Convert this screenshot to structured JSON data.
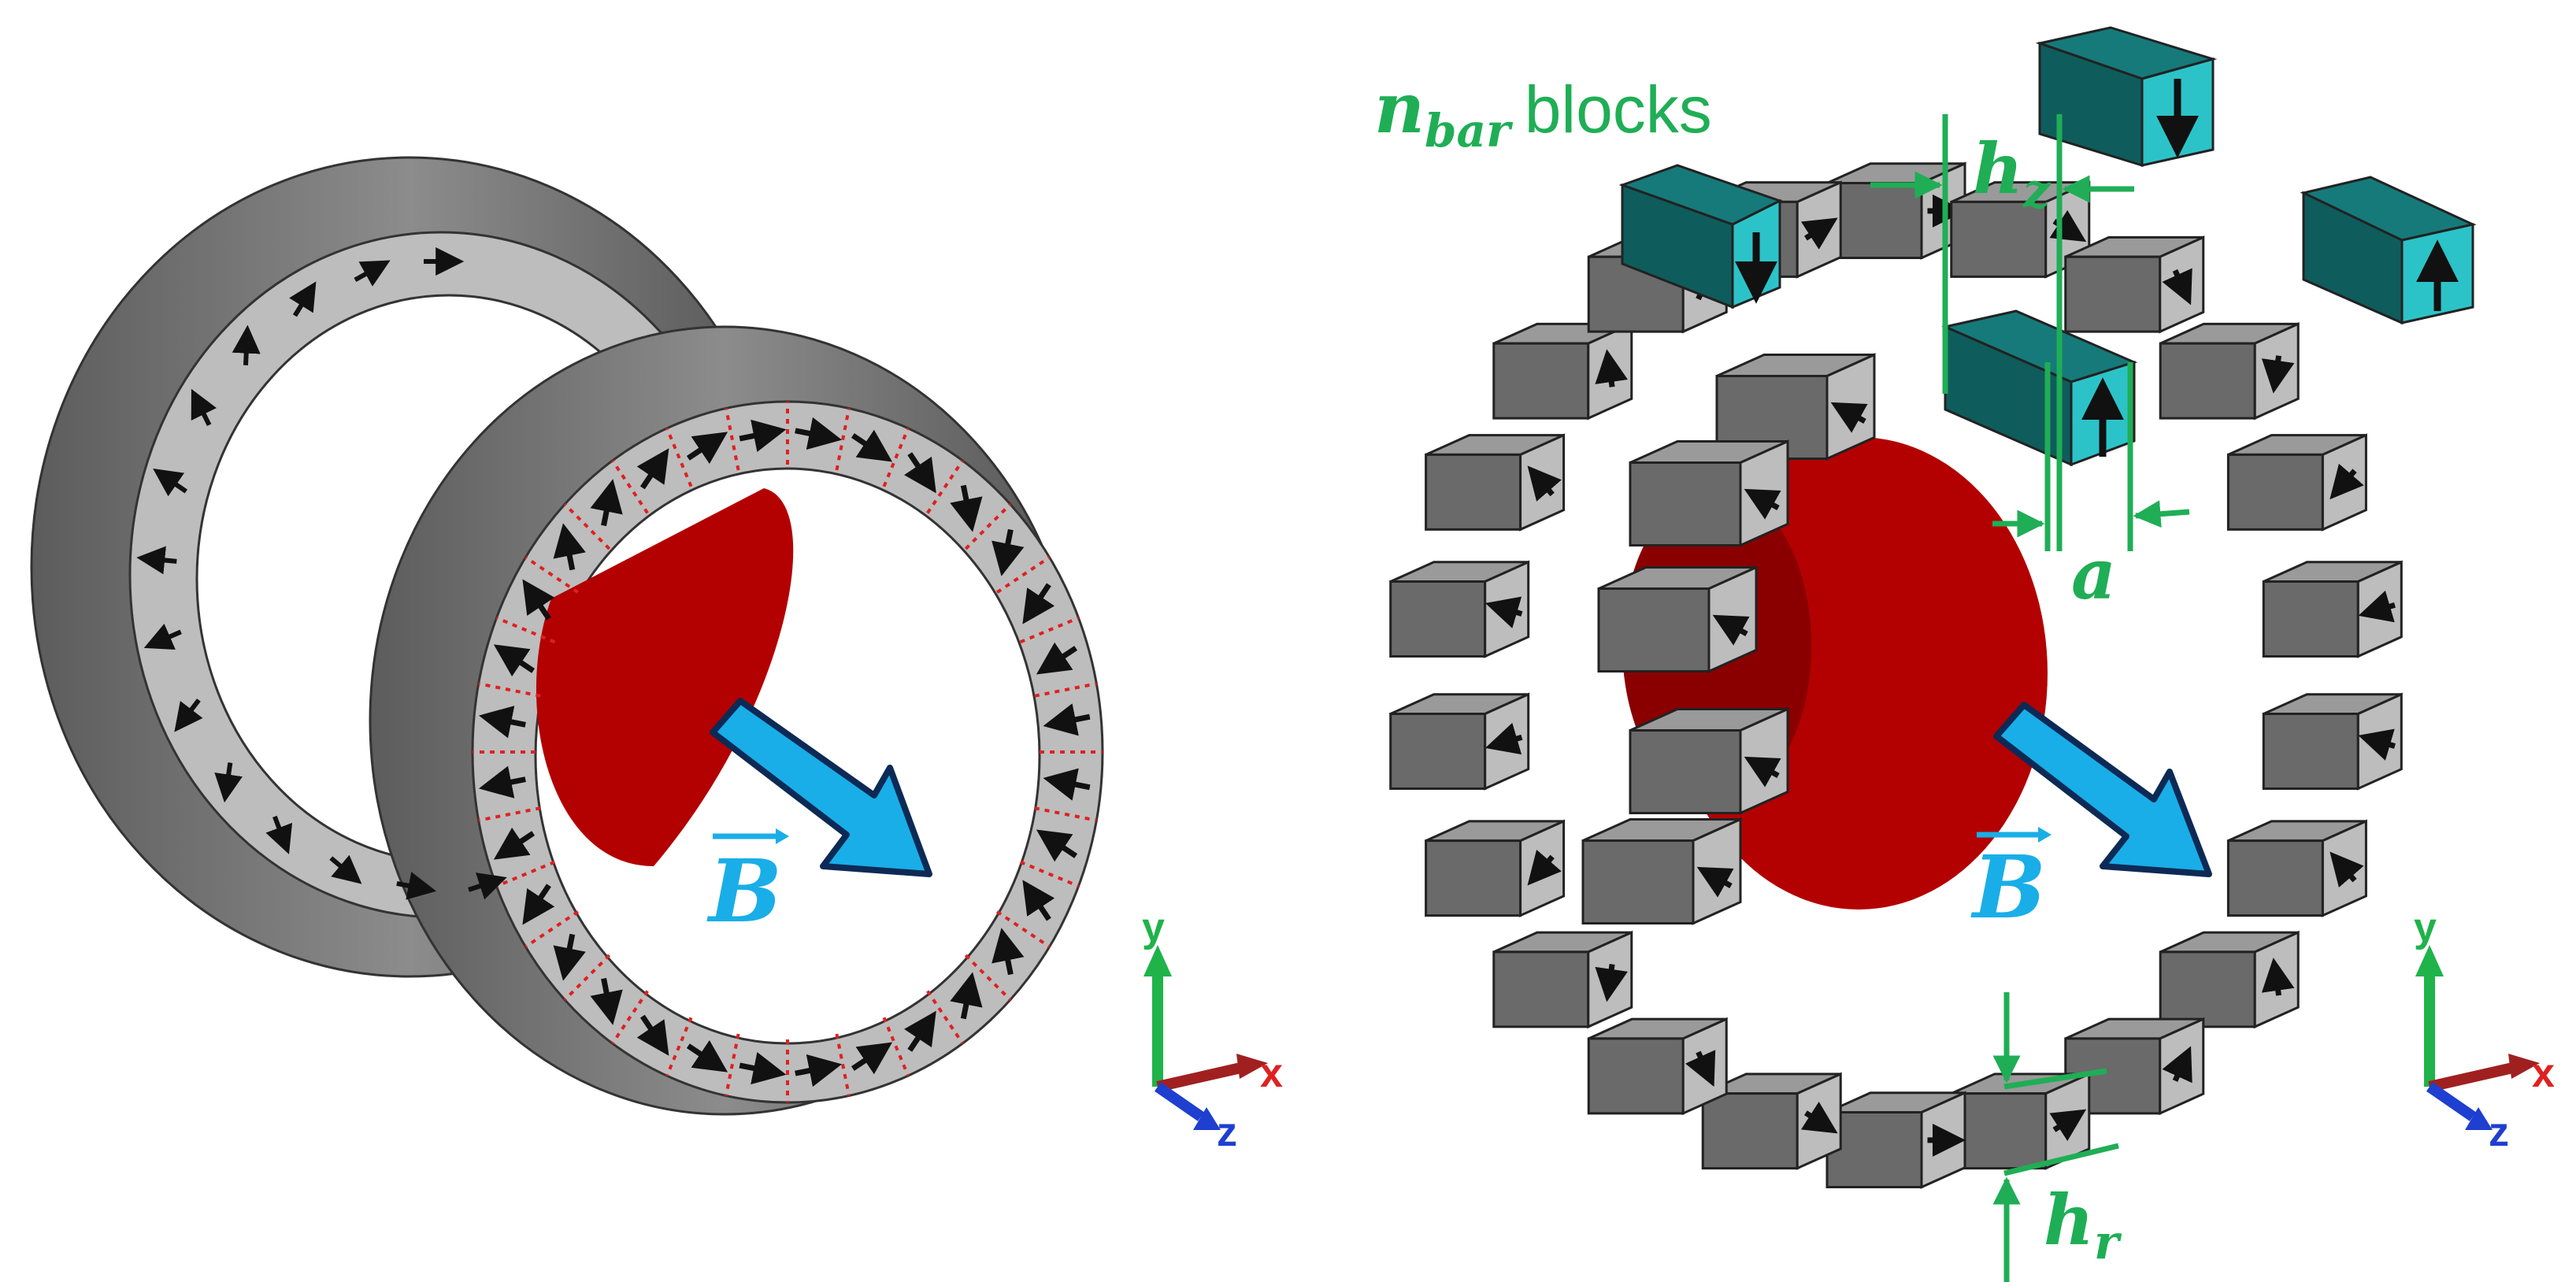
{
  "colors": {
    "magnet_light": "#bdbdbd",
    "magnet_mid": "#9a9a9a",
    "magnet_dark": "#6a6a6a",
    "highlight_top": "#167a7a",
    "highlight_face": "#2cc3c8",
    "sphere": "#b30000",
    "field_arrow": "#19aee8",
    "field_arrow_outline": "#0c2a55",
    "dimension": "#1fae55",
    "segment_divider": "#e02020",
    "axis_x": "#e02020",
    "axis_y": "#1fb34a",
    "axis_z": "#1e3fd0"
  },
  "labels": {
    "field_vector": "B",
    "nbar_symbol": "n",
    "nbar_subscript": "bar",
    "nbar_suffix": "blocks",
    "hz_symbol": "h",
    "hz_subscript": "z",
    "hr_symbol": "h",
    "hr_subscript": "r",
    "gap_symbol": "a"
  },
  "axes": {
    "x": "x",
    "y": "y",
    "z": "z"
  },
  "icons": [
    "magnetization-arrow-icon",
    "field-arrow-icon",
    "axis-triad-icon"
  ]
}
